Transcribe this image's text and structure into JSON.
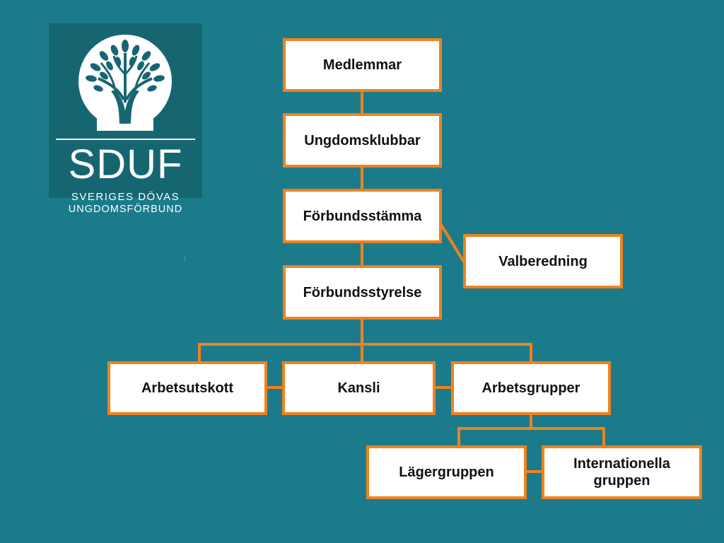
{
  "logo": {
    "abbreviation": "SDUF",
    "line1": "SVERIGES DÖVAS",
    "line2": "UNGDOMSFÖRBUND"
  },
  "org": {
    "medlemmar": "Medlemmar",
    "ungdomsklubbar": "Ungdomsklubbar",
    "forbundsstamma": "Förbundsstämma",
    "valberedning": "Valberedning",
    "forbundsstyrelse": "Förbundsstyrelse",
    "arbetsutskott": "Arbetsutskott",
    "kansli": "Kansli",
    "arbetsgrupper": "Arbetsgrupper",
    "lagergruppen": "Lägergruppen",
    "internationella_line1": "Internationella",
    "internationella_line2": "gruppen"
  },
  "colors": {
    "background": "#1b7b8b",
    "logo_background": "#166672",
    "box_border": "#f0821e",
    "box_fill": "#ffffff"
  }
}
